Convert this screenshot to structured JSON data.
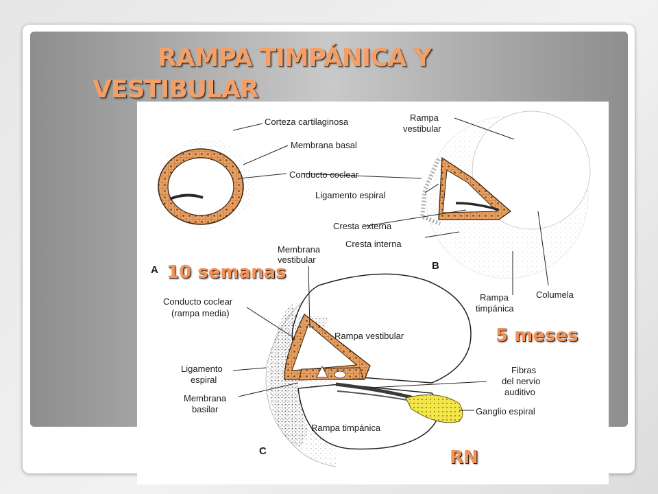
{
  "slide": {
    "title_line1": "RAMPA TIMPÁNICA Y",
    "title_line2": "VESTIBULAR",
    "stage_a": "10 semanas",
    "stage_b": "5 meses",
    "stage_c": "RN"
  },
  "figure": {
    "panel_letters": {
      "a": "A",
      "b": "B",
      "c": "C"
    },
    "labels_a": {
      "corteza": "Corteza cartilaginosa",
      "membrana_basal": "Membrana basal",
      "conducto_coclear": "Conducto coclear",
      "ligamento_espiral": "Ligamento espiral",
      "cresta_externa": "Cresta externa",
      "cresta_interna": "Cresta interna"
    },
    "labels_b": {
      "rampa_vestibular_1": "Rampa",
      "rampa_vestibular_2": "vestibular",
      "rampa_timpanica_1": "Rampa",
      "rampa_timpanica_2": "timpánica",
      "columela": "Columela"
    },
    "labels_c": {
      "membrana_vestibular_1": "Membrana",
      "membrana_vestibular_2": "vestibular",
      "conducto_coclear_1": "Conducto coclear",
      "conducto_coclear_2": "(rampa media)",
      "rampa_vestibular": "Rampa vestibular",
      "ligamento_1": "Ligamento",
      "ligamento_2": "espiral",
      "membrana_basilar_1": "Membrana",
      "membrana_basilar_2": "basilar",
      "fibras_1": "Fibras",
      "fibras_2": "del nervio",
      "fibras_3": "auditivo",
      "ganglio": "Ganglio espiral",
      "rampa_timpanica": "Rampa timpánica"
    }
  },
  "colors": {
    "tissue_orange": "#e8a062",
    "ganglion_yellow": "#f2e64a",
    "title_orange": "#f2a06a",
    "stage_orange": "#f2935a"
  }
}
